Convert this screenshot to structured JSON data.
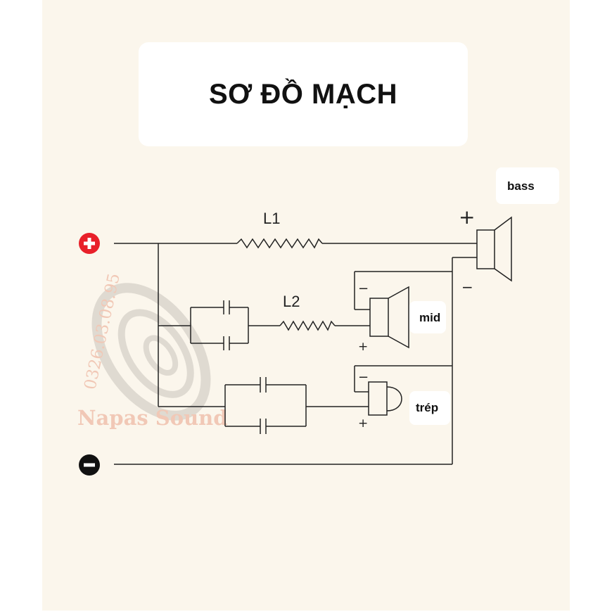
{
  "title": "SƠ ĐỒ MẠCH",
  "labels": {
    "bass": "bass",
    "mid": "mid",
    "trep": "trép",
    "l1": "L1",
    "l2": "L2"
  },
  "polarity_marks": {
    "bass_plus": "+",
    "bass_minus": "−",
    "mid_minus": "−",
    "mid_plus": "+",
    "trep_minus": "−",
    "trep_plus": "+"
  },
  "watermark": {
    "phone": "0326.03.08.95",
    "brand": "Napas Sound"
  },
  "colors": {
    "positive_terminal": "#e8202a",
    "negative_terminal": "#111111",
    "background": "#fbf6ec",
    "watermark": "#e9a48b"
  }
}
